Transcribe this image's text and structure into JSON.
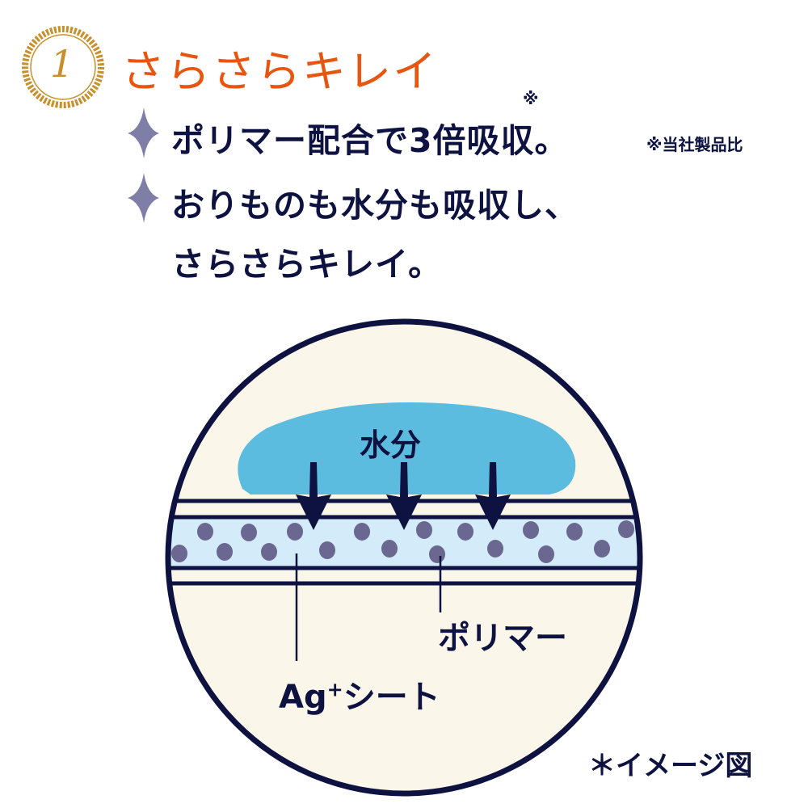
{
  "badge": {
    "number": "1"
  },
  "title": "さらさらキレイ",
  "bullets": [
    {
      "text": "ポリマー配合で3倍吸収。",
      "note_mark": "※",
      "footnote": "※当社製品比"
    },
    {
      "text_line1": "おりものも水分も吸収し、",
      "text_line2": "さらさらキレイ。"
    }
  ],
  "diagram": {
    "moisture_label": "水分",
    "polymer_label": "ポリマー",
    "sheet_label": "Ag",
    "sheet_label_sup": "+",
    "sheet_label_suffix": "シート",
    "image_note": "＊イメージ図"
  },
  "colors": {
    "title": "#e8550f",
    "text": "#0d1240",
    "gold": "#c8902a",
    "star": "#7e7ea6",
    "moisture": "#5bbcdf",
    "band": "#d4ebf9",
    "dot": "#6a6890",
    "circle_bg": "#fbf6ea"
  }
}
